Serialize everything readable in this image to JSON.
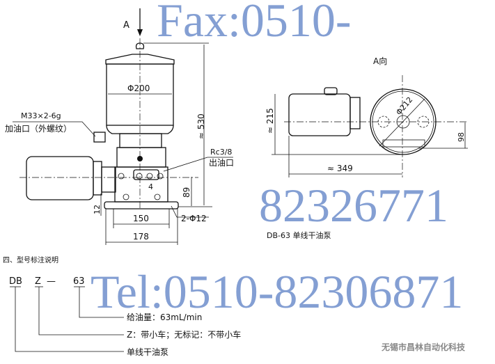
{
  "front_view": {
    "view_arrow_label": "A",
    "tank_diameter": "Φ200",
    "height_dim": "≈ 530",
    "fill_port_thread": "M33×2-6g",
    "fill_port_label": "加油口（外螺纹）",
    "outlet_thread": "Rc3/8",
    "outlet_label": "出油口",
    "dim_4": "4",
    "dim_89": "89",
    "dim_12": "12",
    "dim_150": "150",
    "dim_178": "178",
    "mount_holes": "2-Φ12"
  },
  "side_view": {
    "title": "A向",
    "diameter": "Φ212",
    "dim_215": "≈ 215",
    "dim_349": "≈ 349",
    "dim_98": "98",
    "caption": "DB-63 单线干油泵"
  },
  "watermark": {
    "tel": "Tel:0510-82306871",
    "fax": "Fax:0510-82326771"
  },
  "model_legend": {
    "heading": "四、型号标注说明",
    "codes": [
      "DB",
      "Z",
      "—",
      "63"
    ],
    "descriptions": [
      "给油量：63mL/min",
      "Z：带小车；无标记：不带小车",
      "单线干油泵"
    ]
  },
  "company": "无锡市昌林自动化科技"
}
